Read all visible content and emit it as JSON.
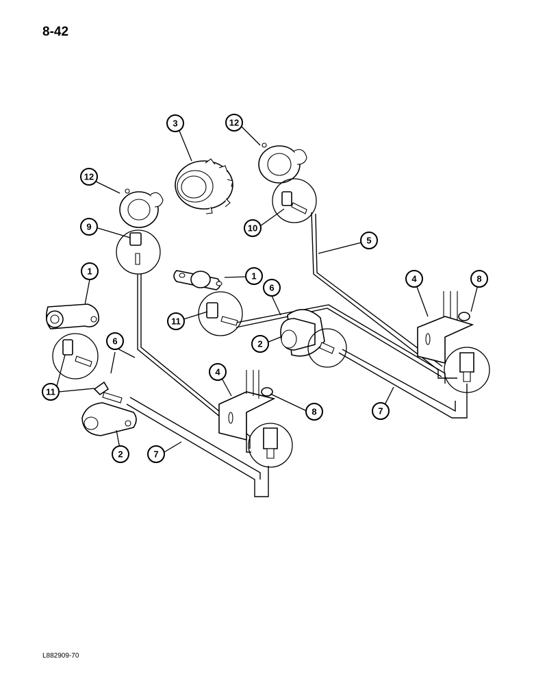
{
  "page": {
    "number": "8-42",
    "figure_code": "L882909-70"
  },
  "callouts": [
    "1",
    "1",
    "2",
    "2",
    "3",
    "4",
    "4",
    "5",
    "6",
    "6",
    "7",
    "7",
    "8",
    "8",
    "9",
    "10",
    "11",
    "11",
    "12",
    "12"
  ]
}
